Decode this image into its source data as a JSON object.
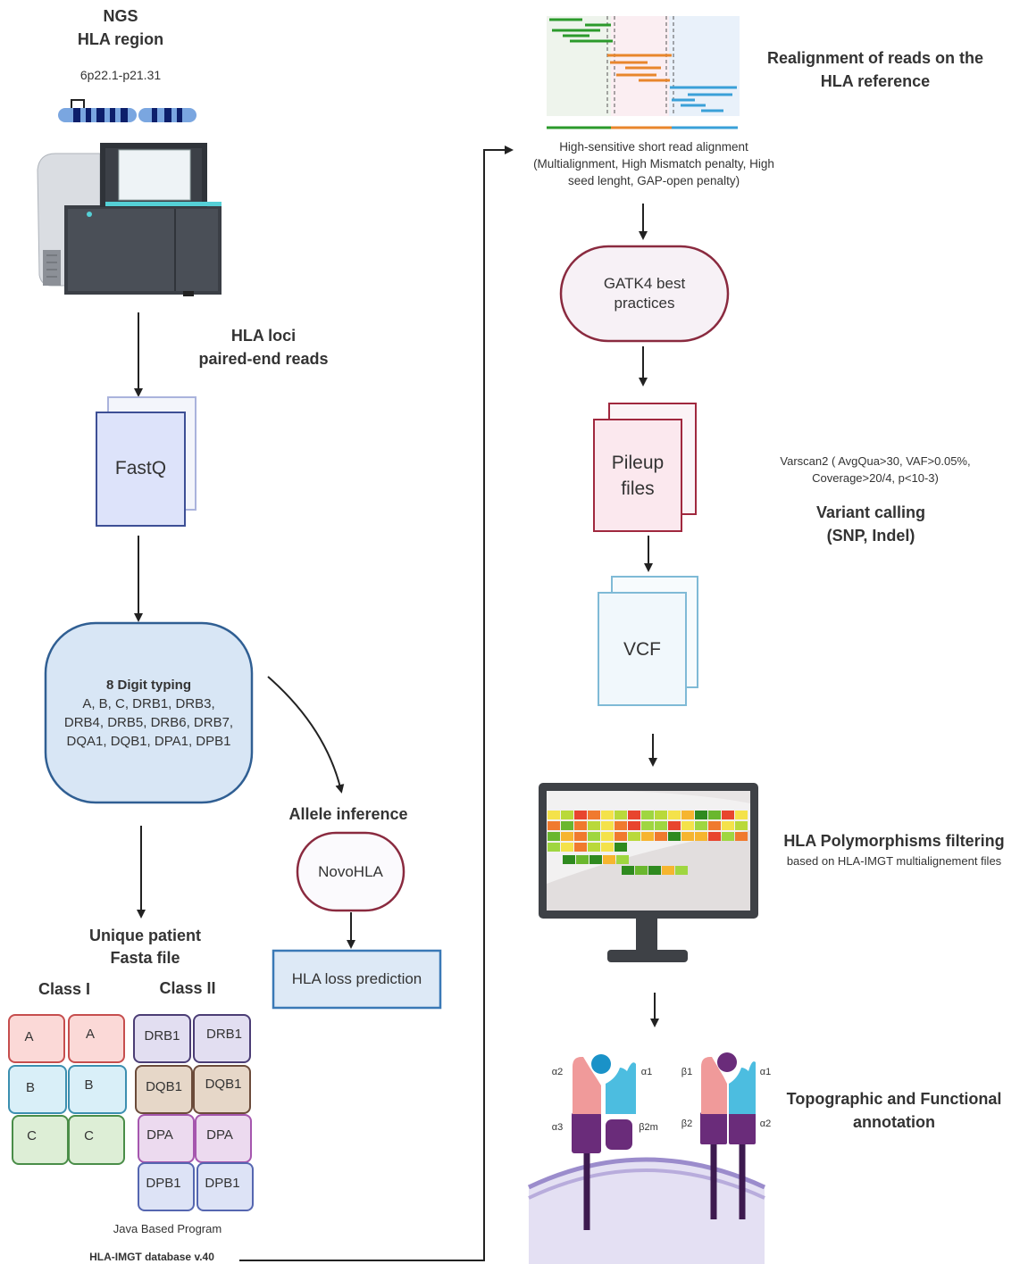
{
  "ngs": {
    "title1": "NGS",
    "title2": "HLA region",
    "locus": "6p22.1-p21.31"
  },
  "hla_loci": {
    "line1": "HLA loci",
    "line2": "paired-end reads"
  },
  "fastq": {
    "label": "FastQ"
  },
  "typing": {
    "title": "8 Digit typing",
    "line1": "A, B, C, DRB1, DRB3,",
    "line2": "DRB4, DRB5, DRB6, DRB7,",
    "line3": "DQA1, DQB1, DPA1, DPB1"
  },
  "allele": {
    "title": "Allele inference",
    "tool": "NovoHLA",
    "loss": "HLA loss prediction"
  },
  "fasta": {
    "line1": "Unique patient",
    "line2": "Fasta file"
  },
  "class1": {
    "title": "Class I",
    "cells": [
      "A",
      "A",
      "B",
      "B",
      "C",
      "C"
    ]
  },
  "class2": {
    "title": "Class II",
    "cells": [
      "DRB1",
      "DRB1",
      "DQB1",
      "DQB1",
      "DPA",
      "DPA",
      "DPB1",
      "DPB1"
    ]
  },
  "java": {
    "label": "Java Based Program"
  },
  "imgt": {
    "label": "HLA-IMGT database v.40"
  },
  "realign": {
    "line1": "Realignment of reads on the",
    "line2": "HLA reference"
  },
  "alignment": {
    "line1": "High-sensitive short read alignment",
    "line2": "(Multialignment,  High Mismatch penalty, High",
    "line3": "seed lenght,  GAP-open penalty)"
  },
  "gatk": {
    "line1": "GATK4 best",
    "line2": "practices"
  },
  "pileup": {
    "line1": "Pileup",
    "line2": "files"
  },
  "varscan": {
    "line1": "Varscan2  ( AvgQua>30, VAF>0.05%,",
    "line2": "Coverage>20/4, p<10-3)"
  },
  "variant": {
    "line1": "Variant calling",
    "line2": "(SNP, Indel)"
  },
  "vcf": {
    "label": "VCF"
  },
  "poly": {
    "title": "HLA Polymorphisms filtering",
    "sub": "based on HLA-IMGT multialignement files"
  },
  "topo": {
    "line1": "Topographic and Functional",
    "line2": "annotation"
  },
  "mhc1": {
    "a2": "α2",
    "a1": "α1",
    "a3": "α3",
    "b2m": "β2m"
  },
  "mhc2": {
    "b1": "β1",
    "a1": "α1",
    "b2": "β2",
    "a2": "α2"
  },
  "colors": {
    "arrow": "#222222",
    "fastq_stroke": "#3d4f95",
    "pileup_stroke": "#a0283e",
    "vcf_stroke": "#7fbad6",
    "typing_fill": "#d8e6f5",
    "loss_stroke": "#3a79b6",
    "read_green": "#2b9a2b",
    "read_orange": "#e8862c",
    "read_blue": "#3aa0d8"
  }
}
